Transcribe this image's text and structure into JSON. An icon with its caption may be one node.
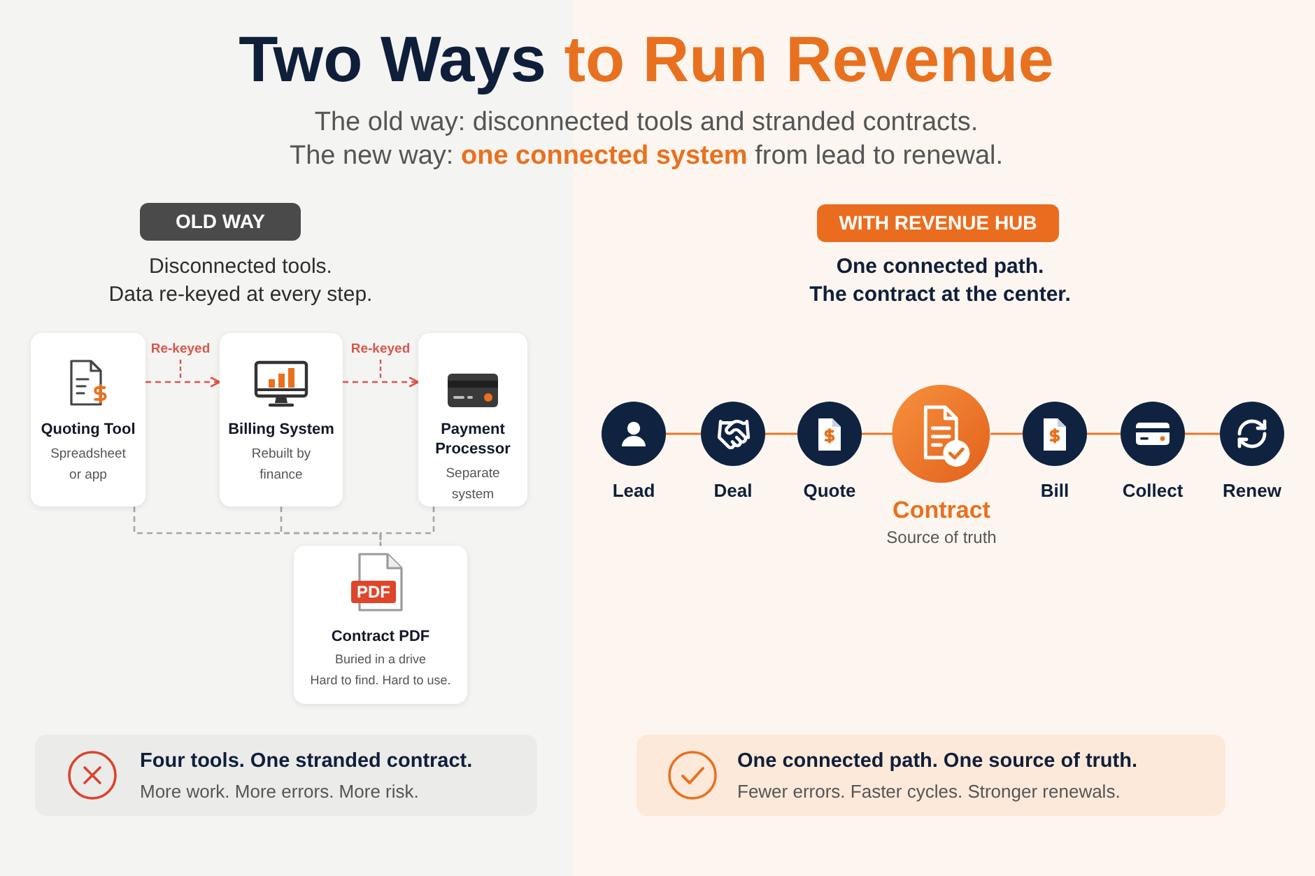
{
  "diagram": {
    "title": "Two Ways **to Run Revenue**",
    "nodes": [
      {
        "text": [
          "OLD WAY"
        ]
      },
      {
        "text": [
          "Quoting Tool",
          "Spreadsheet or app"
        ]
      },
      {
        "text": [
          "Billing System",
          "Rebuilt by finance"
        ]
      },
      {
        "text": [
          "Payment Processor",
          "Separate system"
        ]
      },
      {
        "text": [
          "PDF",
          "Contract PDF",
          "Buried in a drive",
          "Hard to find. Hard to use."
        ]
      },
      {
        "text": [
          "Four tools. One stranded contract.",
          "More work. More errors. More risk."
        ]
      },
      {
        "text": [
          "WITH REVENUE HUB"
        ]
      },
      {
        "text": [
          "Lead"
        ]
      },
      {
        "text": [
          "Deal"
        ]
      },
      {
        "text": [
          "Quote"
        ]
      },
      {
        "text": [
          "Contract",
          "Source of truth"
        ]
      },
      {
        "text": [
          "Bill"
        ]
      },
      {
        "text": [
          "Collect"
        ]
      },
      {
        "text": [
          "Renew"
        ]
      },
      {
        "text": [
          "One connected path. One source of truth.",
          "Fewer errors. Faster cycles. Stronger renewals."
        ]
      }
    ],
    "edges": [
      {
        "from": 1,
        "to": 2,
        "arrow": "to",
        "label": "Re-keyed",
        "style": "dashed",
        "color": "#d9574b"
      },
      {
        "from": 2,
        "to": 3,
        "arrow": "to",
        "label": "Re-keyed",
        "style": "dashed",
        "color": "#d9574b"
      },
      {
        "from": 1,
        "to": 4,
        "arrow": "none",
        "style": "dashed",
        "color": "#a6a6a6"
      },
      {
        "from": 2,
        "to": 4,
        "arrow": "none",
        "style": "dashed",
        "color": "#a6a6a6"
      },
      {
        "from": 3,
        "to": 4,
        "arrow": "none",
        "style": "dashed",
        "color": "#a6a6a6"
      },
      {
        "from": 7,
        "to": 8,
        "arrow": "none"
      },
      {
        "from": 8,
        "to": 9,
        "arrow": "none"
      },
      {
        "from": 9,
        "to": 10,
        "arrow": "none"
      },
      {
        "from": 10,
        "to": 11,
        "arrow": "none"
      },
      {
        "from": 11,
        "to": 12,
        "arrow": "none"
      },
      {
        "from": 12,
        "to": 13,
        "arrow": "none"
      }
    ],
    "labels": [
      "The old way: disconnected tools and stranded contracts.",
      "The new way: **one connected system** from lead to renewal.",
      "Disconnected tools.",
      "Data re-keyed at every step.",
      "One connected path.",
      "The contract at the center."
    ]
  }
}
